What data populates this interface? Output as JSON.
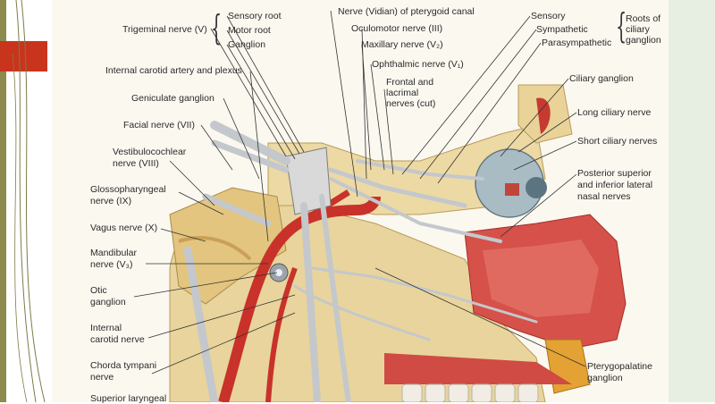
{
  "labels": {
    "trigeminal": "Trigeminal nerve (V)",
    "sensory_root": "Sensory root",
    "motor_root": "Motor root",
    "ganglion": "Ganglion",
    "vidian": "Nerve (Vidian) of pterygoid canal",
    "oculomotor": "Oculomotor nerve (III)",
    "maxillary": "Maxillary nerve (V₂)",
    "ophthalmic": "Ophthalmic nerve (V₁)",
    "frontal_1": "Frontal and",
    "frontal_2": "lacrimal",
    "frontal_3": "nerves (cut)",
    "sensory": "Sensory",
    "sympathetic": "Sympathetic",
    "parasympathetic": "Parasympathetic",
    "roots_1": "Roots of",
    "roots_2": "ciliary",
    "roots_3": "ganglion",
    "internal_carotid_artery": "Internal carotid artery and plexus",
    "geniculate": "Geniculate ganglion",
    "facial": "Facial nerve (VII)",
    "vestibulo_1": "Vestibulocochlear",
    "vestibulo_2": "nerve (VIII)",
    "glosso_1": "Glossopharyngeal",
    "glosso_2": "nerve (IX)",
    "vagus": "Vagus nerve (X)",
    "mandibular_1": "Mandibular",
    "mandibular_2": "nerve (V₃)",
    "otic_1": "Otic",
    "otic_2": "ganglion",
    "int_carotid_nerve_1": "Internal",
    "int_carotid_nerve_2": "carotid nerve",
    "chorda_1": "Chorda tympani",
    "chorda_2": "nerve",
    "superior_laryngeal": "Superior laryngeal",
    "ciliary_ganglion": "Ciliary ganglion",
    "long_ciliary": "Long ciliary nerve",
    "short_ciliary": "Short ciliary nerves",
    "posterior_1": "Posterior superior",
    "posterior_2": "and inferior lateral",
    "posterior_3": "nasal nerves",
    "ptery_1": "Pterygopalatine",
    "ptery_2": "ganglion"
  },
  "colors": {
    "accent_red": "#c9341c",
    "bone": "#e9d59a",
    "artery": "#c8322a",
    "nerve": "#cfd2d6",
    "mucosa": "#d5514a"
  }
}
